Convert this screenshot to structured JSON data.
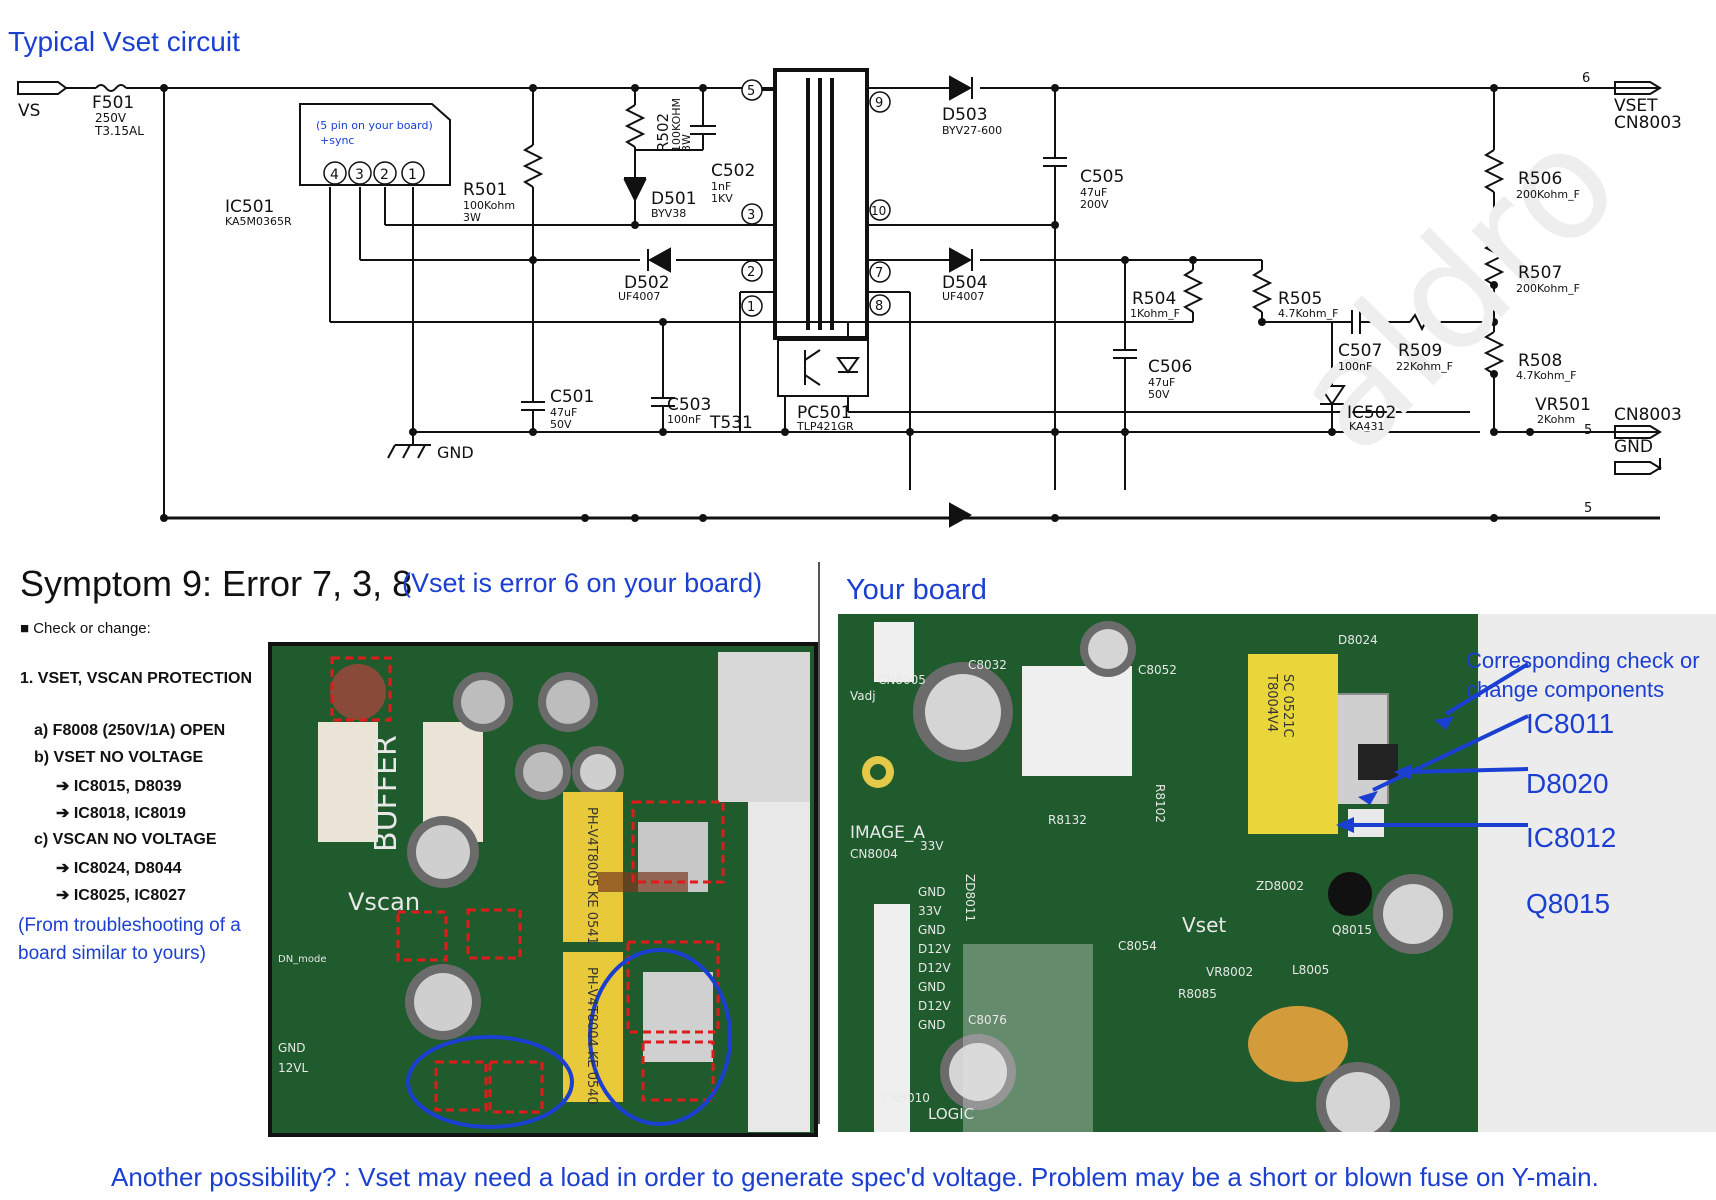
{
  "schematic": {
    "title": "Typical Vset circuit",
    "labels": {
      "vs": "VS",
      "f501": "F501",
      "f501_rating": "250V",
      "f501_type": "T3.15AL",
      "note_5pin": "(5 pin on your board)",
      "note_sync": "+sync",
      "ic501": "IC501",
      "ic501_part": "KA5M0365R",
      "r501": "R501",
      "r501_val": "100Kohm",
      "r501_w": "3W",
      "r502": "R502",
      "r502_val": "100KOHM",
      "r502_w": "3W",
      "c502": "C502",
      "c502_val": "1nF",
      "c502_v": "1KV",
      "d501": "D501",
      "d501_part": "BYV38",
      "d502": "D502",
      "d502_part": "UF4007",
      "d503": "D503",
      "d503_part": "BYV27-600",
      "d504": "D504",
      "d504_part": "UF4007",
      "c505": "C505",
      "c505_val": "47uF",
      "c505_v": "200V",
      "r504": "R504",
      "r504_val": "1Kohm_F",
      "r505": "R505",
      "r505_val": "4.7Kohm_F",
      "c506": "C506",
      "c506_val": "47uF",
      "c506_v": "50V",
      "c507": "C507",
      "c507_val": "100nF",
      "r509": "R509",
      "r509_val": "22Kohm_F",
      "r506": "R506",
      "r506_val": "200Kohm_F",
      "r507": "R507",
      "r507_val": "200Kohm_F",
      "r508": "R508",
      "r508_val": "4.7Kohm_F",
      "vr501": "VR501",
      "vr501_val": "2Kohm",
      "ic502": "IC502",
      "ic502_part": "KA431",
      "c501": "C501",
      "c501_val": "47uF",
      "c501_v": "50V",
      "c503": "C503",
      "c503_val": "100nF",
      "t531": "T531",
      "pc501": "PC501",
      "pc501_part": "TLP421GR",
      "gnd_left": "GND",
      "vset": "VSET",
      "cn8003_top": "CN8003",
      "cn8003_bottom": "CN8003",
      "gnd_right": "GND",
      "pin6": "6",
      "pin5a": "5",
      "pin5b": "5",
      "tpins": [
        "5",
        "3",
        "2",
        "1",
        "9",
        "10",
        "7",
        "8"
      ],
      "icpins": [
        "4",
        "3",
        "2",
        "1"
      ],
      "watermark": "aldro"
    }
  },
  "symptom": {
    "title": "Symptom 9: Error 7, 3, 8",
    "board_note": "(Vset is error 6 on your board)",
    "check_label": "■ Check or change:",
    "items": [
      "1. VSET, VSCAN PROTECTION",
      "a) F8008 (250V/1A) OPEN",
      "b) VSET NO VOLTAGE",
      "➔ IC8015, D8039",
      "➔ IC8018, IC8019",
      "c) VSCAN NO VOLTAGE",
      "➔ IC8024, D8044",
      "➔ IC8025, IC8027"
    ],
    "source_note": "(From troubleshooting of a board similar to yours)"
  },
  "left_photo": {
    "labels": [
      "BUFFER",
      "Vscan",
      "PH-V4T8005 KE 0541",
      "PH-V4T8004 KE 0540",
      "GND",
      "12VL",
      "DN_mode"
    ]
  },
  "board": {
    "title": "Your board",
    "callout_title": "Corresponding check or change components",
    "callouts": [
      "IC8011",
      "D8020",
      "IC8012",
      "Q8015"
    ],
    "photo_labels": [
      "CN8005",
      "Vadj",
      "IMAGE_A",
      "CN8004",
      "33V",
      "GND",
      "33V",
      "GND",
      "D12V",
      "D12V",
      "GND",
      "D12V",
      "GND",
      "CN8010",
      "LOGIC",
      "T8004V4",
      "SC 0521C",
      "R8132",
      "ZD8002",
      "Q8015",
      "Vset",
      "VR8002",
      "L8005",
      "C8054",
      "C8076",
      "R8085",
      "ZD8011",
      "C8032",
      "C8052",
      "D8024",
      "R8102"
    ]
  },
  "footer": "Another possibility? : Vset may need a load in order to generate spec'd voltage. Problem may be a short or blown fuse on Y-main.",
  "colors": {
    "accent_blue": "#1a3fd1",
    "board_green": "#1f5b2c",
    "highlight_red": "#e01b1b"
  }
}
